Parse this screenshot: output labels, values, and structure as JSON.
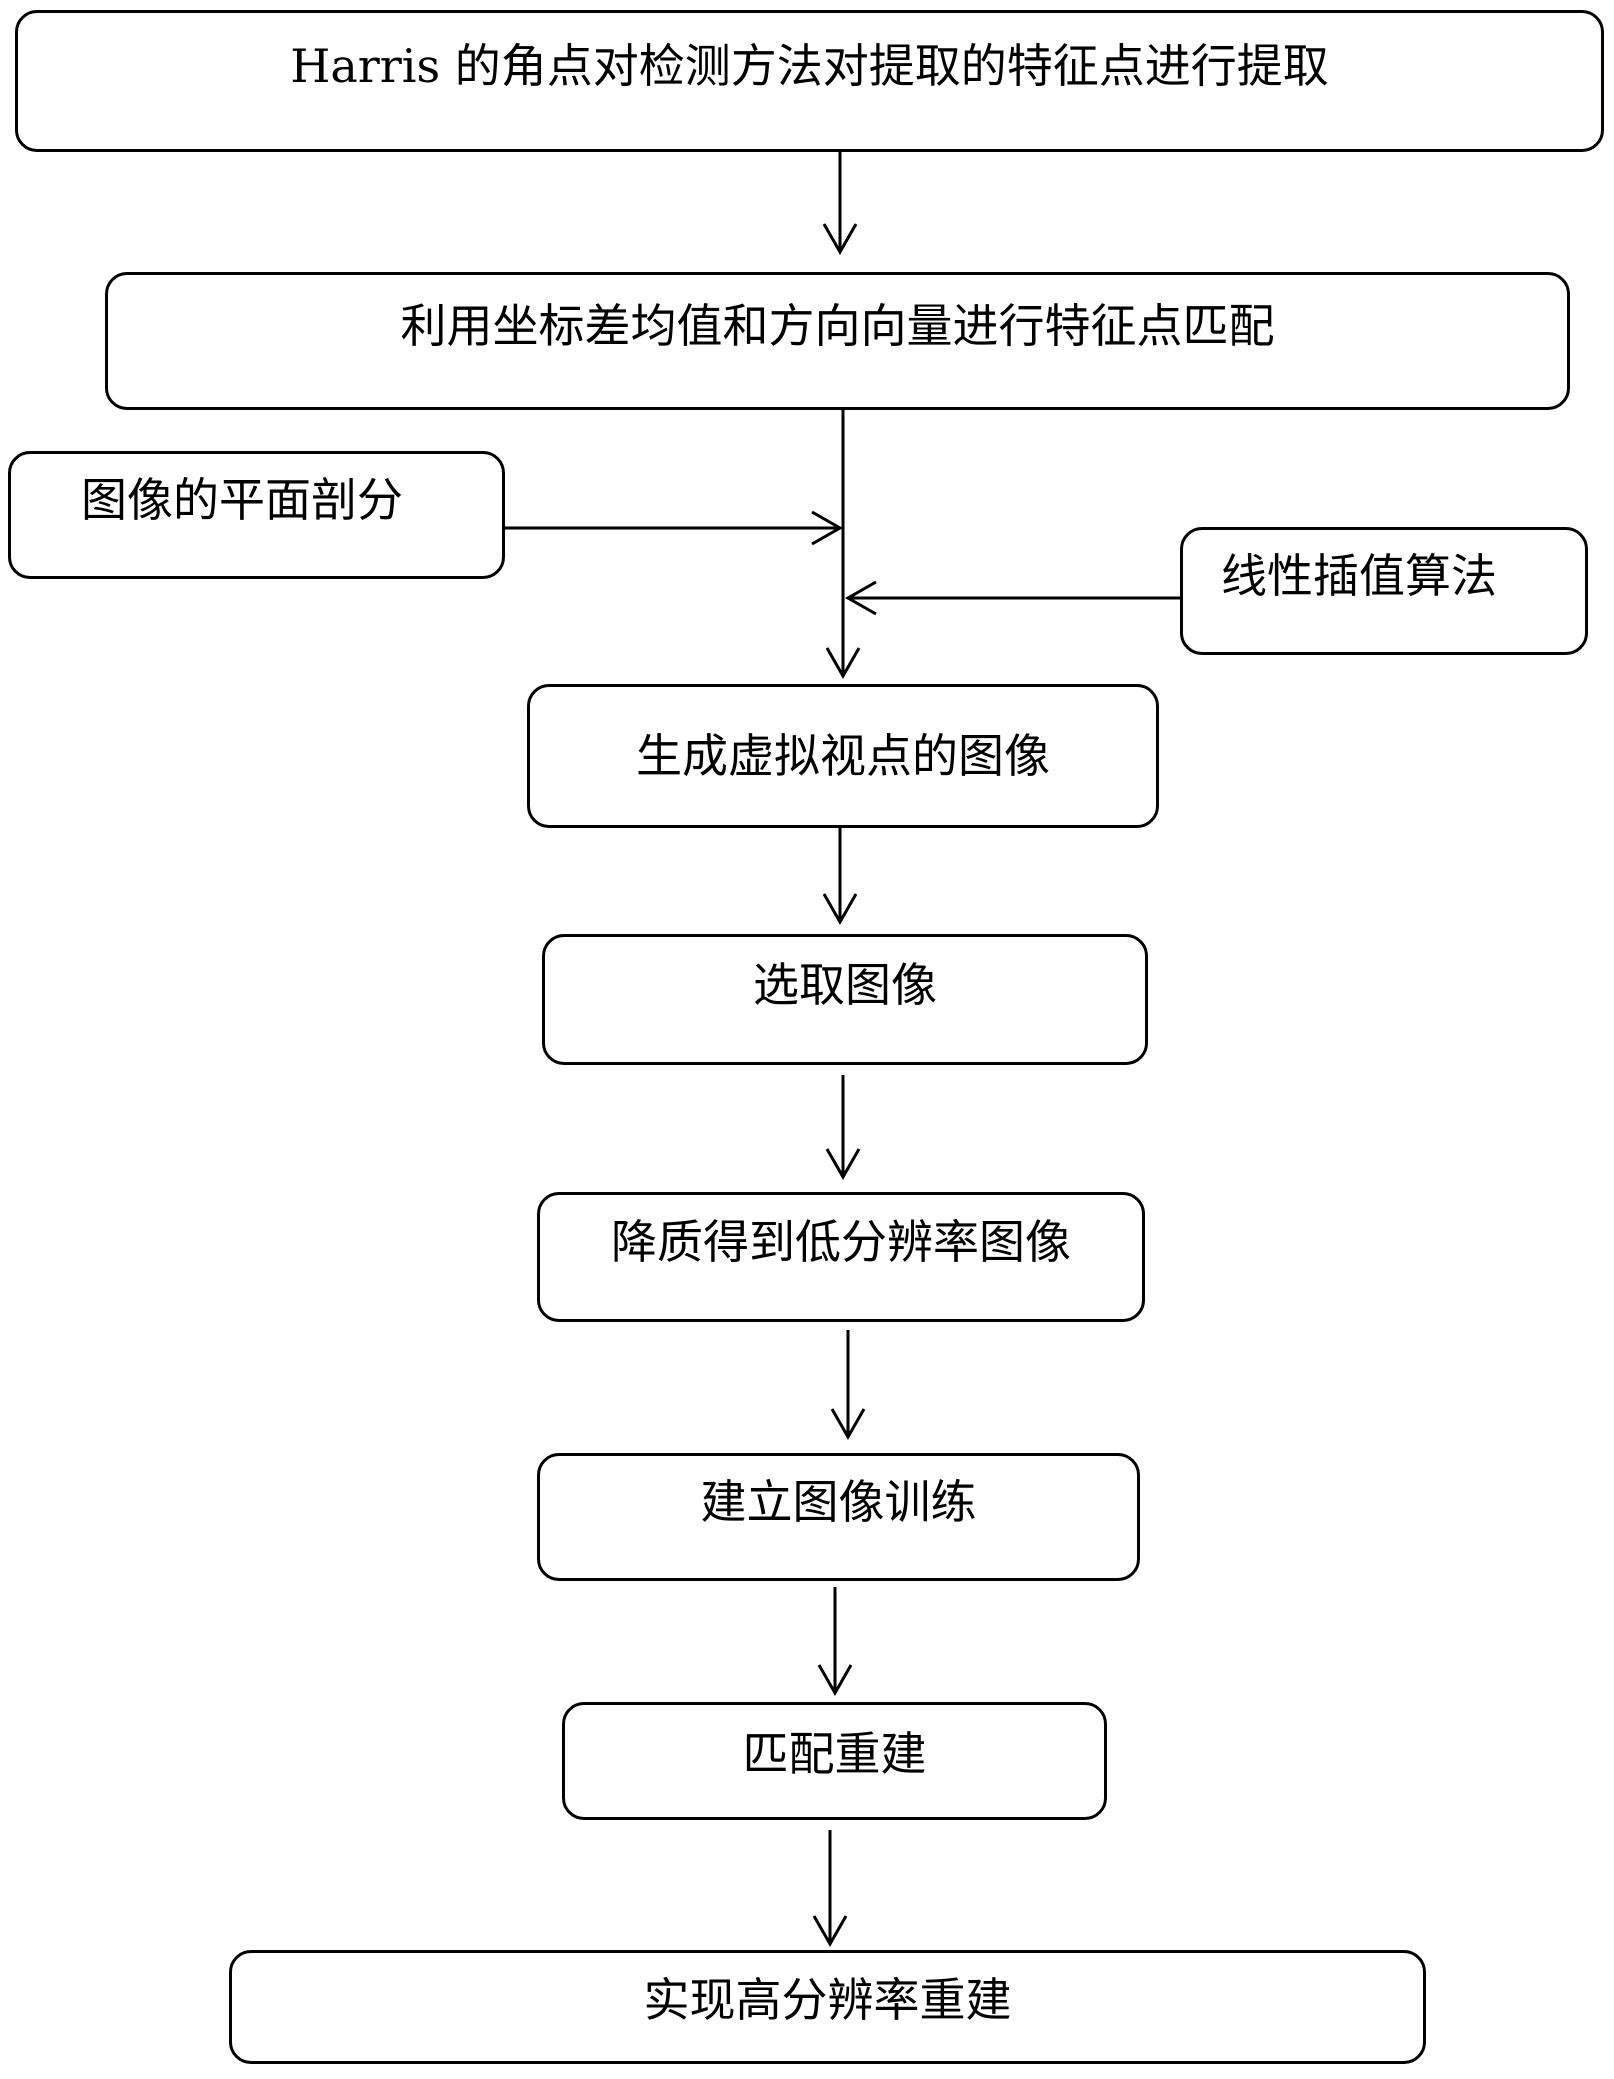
{
  "nodes": {
    "harris": "Harris 的角点对检测方法对提取的特征点进行提取",
    "match_features": "利用坐标差均值和方向向量进行特征点匹配",
    "plane_partition": "图像的平面剖分",
    "linear_interp": "线性插值算法",
    "virtual_view": "生成虚拟视点的图像",
    "select_image": "选取图像",
    "degrade": "降质得到低分辨率图像",
    "train": "建立图像训练",
    "match_rebuild": "匹配重建",
    "hires_rebuild": "实现高分辨率重建"
  }
}
